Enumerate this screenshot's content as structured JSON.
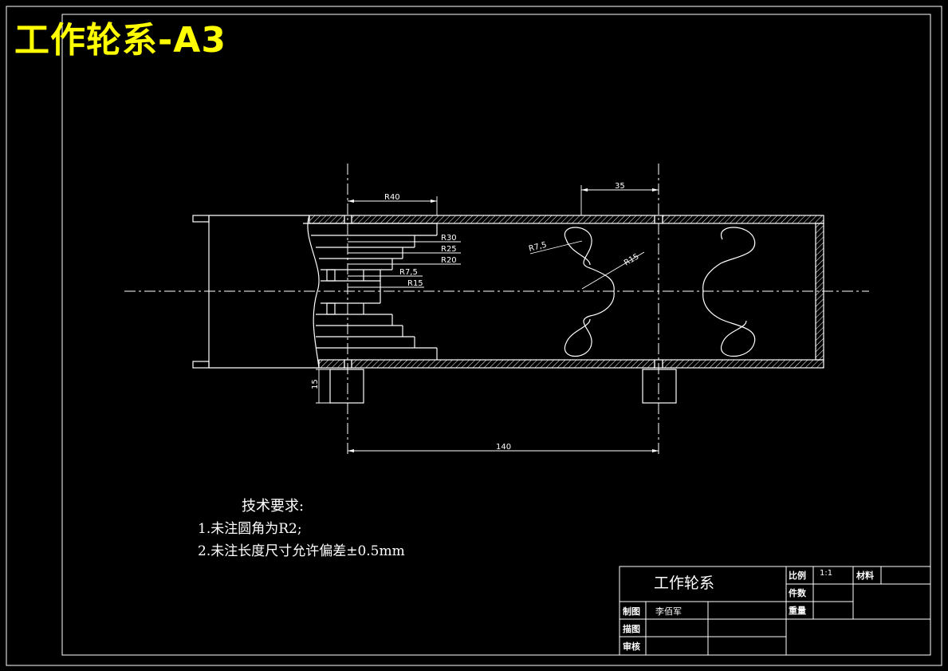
{
  "sheet_title": "工作轮系-A3",
  "dimensions": {
    "r40": "R40",
    "r30": "R30",
    "r25": "R25",
    "r20": "R20",
    "r7_5_left": "R7,5",
    "r15_left": "R15",
    "r7_5_right": "R7,5",
    "r15_right": "R15",
    "d35": "35",
    "d140": "140",
    "d15": "15"
  },
  "technical_requirements": {
    "heading": "技术要求:",
    "item1": "1.未注圆角为R2;",
    "item2": "2.未注长度尺寸允许偏差±0.5mm"
  },
  "title_block": {
    "name": "工作轮系",
    "scale_label": "比例",
    "scale_value": "1:1",
    "material_label": "材料",
    "quantity_label": "件数",
    "weight_label": "重量",
    "drawn_label": "制图",
    "drawn_by": "李佰军",
    "traced_label": "描图",
    "checked_label": "审核"
  },
  "colors": {
    "background": "#000000",
    "lines": "#ffffff",
    "title": "#ffff00"
  }
}
